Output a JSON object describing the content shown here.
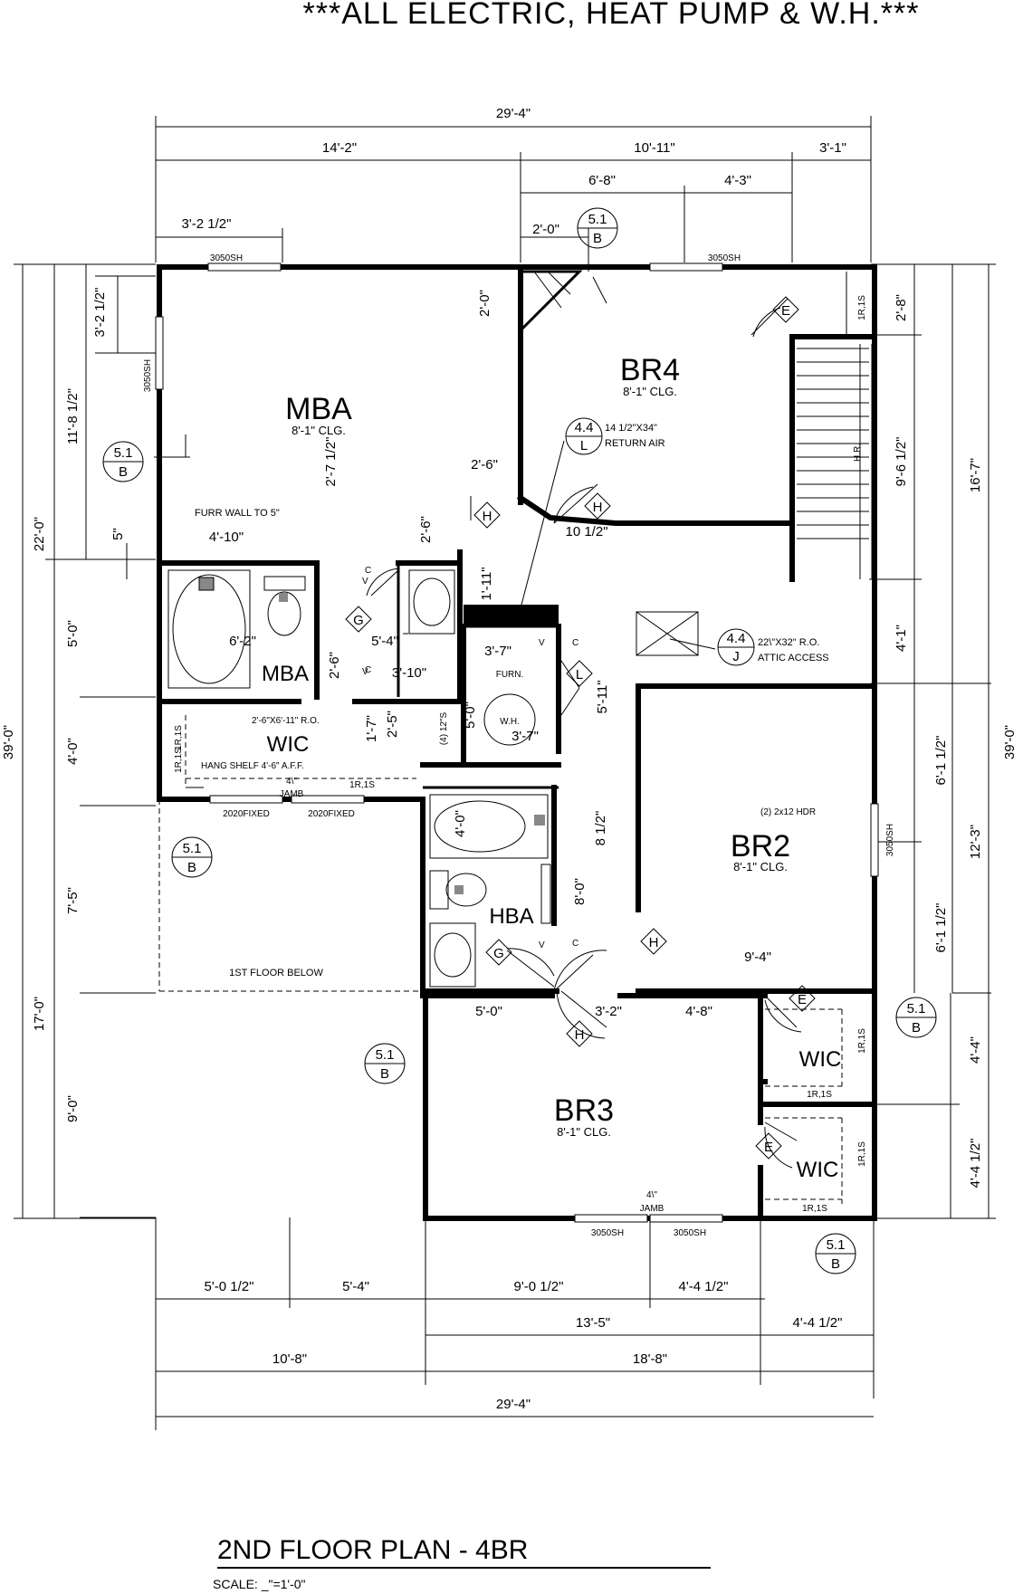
{
  "banner": "***ALL ELECTRIC, HEAT PUMP & W.H.***",
  "title": "2ND FLOOR PLAN - 4BR",
  "scale": "SCALE: _\"=1'-0\"",
  "rooms": {
    "mba": {
      "name": "MBA",
      "clg": "8'-1\" CLG."
    },
    "br4": {
      "name": "BR4",
      "clg": "8'-1\" CLG."
    },
    "br2": {
      "name": "BR2",
      "clg": "8'-1\" CLG."
    },
    "br3": {
      "name": "BR3",
      "clg": "8'-1\" CLG."
    },
    "mba_bath": {
      "name": "MBA"
    },
    "wic_master": {
      "name": "WIC"
    },
    "hba": {
      "name": "HBA"
    },
    "wic_br2": {
      "name": "WIC"
    },
    "wic_br3": {
      "name": "WIC"
    }
  },
  "dims": {
    "top_overall": "29'-4\"",
    "top_a": "14'-2\"",
    "top_b": "10'-11\"",
    "top_c": "3'-1\"",
    "top_d": "6'-8\"",
    "top_e": "4'-3\"",
    "top_f": "3'-2 1/2\"",
    "top_g": "2'-0\"",
    "bot_a": "5'-0 1/2\"",
    "bot_b": "5'-4\"",
    "bot_c": "9'-0 1/2\"",
    "bot_d": "4'-4 1/2\"",
    "bot_e": "13'-5\"",
    "bot_f": "4'-4 1/2\"",
    "bot_g": "10'-8\"",
    "bot_h": "18'-8\"",
    "bot_overall": "29'-4\"",
    "left_a": "3'-2 1/2\"",
    "left_b": "11'-8 1/2\"",
    "left_c": "22'-0\"",
    "left_d": "39'-0\"",
    "left_e": "5\"",
    "left_f": "5'-0\"",
    "left_g": "4'-0\"",
    "left_h": "7'-5\"",
    "left_i": "17'-0\"",
    "left_j": "9'-0\"",
    "right_a": "2'-8\"",
    "right_b": "9'-6 1/2\"",
    "right_c": "16'-7\"",
    "right_d": "4'-1\"",
    "right_e": "39'-0\"",
    "right_f": "6'-1 1/2\"",
    "right_g": "12'-3\"",
    "right_h": "6'-1 1/2\"",
    "right_i": "4'-4\"",
    "right_j": "4'-4 1/2\"",
    "i_2_0": "2'-0\"",
    "i_2_6a": "2'-6\"",
    "i_2_6b": "2'-6\"",
    "i_2_7": "2'-7 1/2\"",
    "i_4_10": "4'-10\"",
    "i_10_5": "10 1/2\"",
    "i_1_11": "1'-11\"",
    "i_6_2": "6'-2\"",
    "i_2_6c": "2'-6\"",
    "i_5_4": "5'-4\"",
    "i_3_10": "3'-10\"",
    "i_3_7a": "3'-7\"",
    "i_3_7b": "3'-7\"",
    "i_5_0a": "5'-0\"",
    "i_5_11": "5'-11\"",
    "i_1_7": "1'-7\"",
    "i_2_5": "2'-5\"",
    "i_4_0": "4'-0\"",
    "i_8_1": "8 1/2\"",
    "i_8_0": "8'-0\"",
    "i_9_4": "9'-4\"",
    "i_5_0b": "5'-0\"",
    "i_3_2": "3'-2\"",
    "i_4_8": "4'-8\""
  },
  "notes": {
    "furr": "FURR WALL TO 5\"",
    "return_air_1": "14 1/2\"X34\"",
    "return_air_2": "RETURN AIR",
    "attic_1": "22\\\"X32\" R.O.",
    "attic_2": "ATTIC ACCESS",
    "ro": "2'-6\"X6'-11\" R.O.",
    "hang_shelf": "HANG SHELF 4'-6\" A.F.F.",
    "jamb_top": "4\\\"",
    "jamb_bot": "JAMB",
    "jamb3_top": "4\\\"",
    "jamb3_bot": "JAMB",
    "first_floor": "1ST FLOOR BELOW",
    "hdr": "(2) 2x12 HDR",
    "furn": "FURN.",
    "wh": "W.H.",
    "shelves": "(4) 12\"S",
    "hr": "H.R.",
    "c1": "C",
    "c2": "C",
    "c3": "C",
    "c4": "C",
    "v1": "V",
    "v2": "V",
    "v3": "V",
    "v4": "V"
  },
  "windows": {
    "w1": "3050SH",
    "w2": "3050SH",
    "w3": "3050SH",
    "w4": "3050SH",
    "w5": "3050SH",
    "w6": "3050SH",
    "f1": "2020FIXED",
    "f2": "2020FIXED"
  },
  "shelves": {
    "s1": "1R,1S",
    "s2": "1R,1S",
    "s3": "1R,1S",
    "s4": "1R,1S",
    "s5": "1R,1S",
    "s6": "1R,1S",
    "s7": "1R,1S",
    "s8": "1R,1S"
  },
  "sections": {
    "s1": {
      "num": "5.1",
      "ref": "B"
    },
    "s2": {
      "num": "5.1",
      "ref": "B"
    },
    "s3": {
      "num": "5.1",
      "ref": "B"
    },
    "s4": {
      "num": "5.1",
      "ref": "B"
    },
    "s5": {
      "num": "5.1",
      "ref": "B"
    },
    "s6": {
      "num": "5.1",
      "ref": "B"
    },
    "d1": {
      "num": "4.4",
      "ref": "L"
    },
    "d2": {
      "num": "4.4",
      "ref": "J"
    }
  },
  "doors": {
    "e1": "E",
    "e2": "E",
    "e3": "E",
    "h1": "H",
    "h2": "H",
    "h3": "H",
    "h4": "H",
    "g1": "G",
    "g2": "G",
    "l1": "L"
  }
}
